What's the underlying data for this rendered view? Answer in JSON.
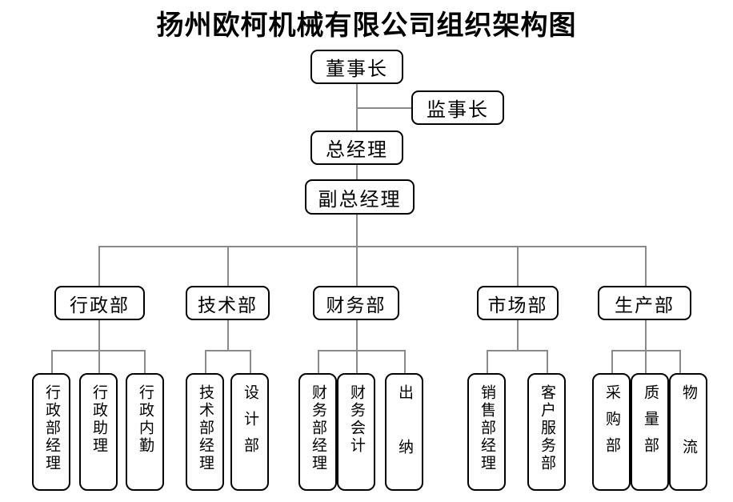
{
  "title": "扬州欧柯机械有限公司组织架构图",
  "colors": {
    "box_border": "#000000",
    "connector": "#8a8a8a",
    "background": "#ffffff",
    "text": "#000000"
  },
  "chart_data": {
    "type": "diagram",
    "subtype": "organization-chart",
    "title": "扬州欧柯机械有限公司组织架构图",
    "orientation": "top-down",
    "levels": 4
  },
  "nodes": {
    "chairman": "董事长",
    "supervisor": "监事长",
    "general_manager": "总经理",
    "deputy_general_manager": "副总经理"
  },
  "departments": [
    {
      "name": "行政部",
      "children": [
        "行政部经理",
        "行政助理",
        "行政内勤"
      ]
    },
    {
      "name": "技术部",
      "children": [
        "技术部经理",
        "设计部"
      ]
    },
    {
      "name": "财务部",
      "children": [
        "财务部经理",
        "财务会计",
        "出纳"
      ]
    },
    {
      "name": "市场部",
      "children": [
        "销售部经理",
        "客户服务部"
      ]
    },
    {
      "name": "生产部",
      "children": [
        "采购部",
        "质量部",
        "物流"
      ]
    }
  ],
  "leaves": {
    "admin_manager": "行政部经理",
    "admin_assistant": "行政助理",
    "admin_clerk": "行政内勤",
    "tech_manager": "技术部经理",
    "design_dept": "设计部",
    "finance_manager": "财务部经理",
    "accountant": "财务会计",
    "cashier": "出 纳",
    "sales_manager": "销售部经理",
    "customer_service": "客户服务部",
    "purchasing": "采购部",
    "quality": "质量部",
    "logistics": "物 流"
  }
}
